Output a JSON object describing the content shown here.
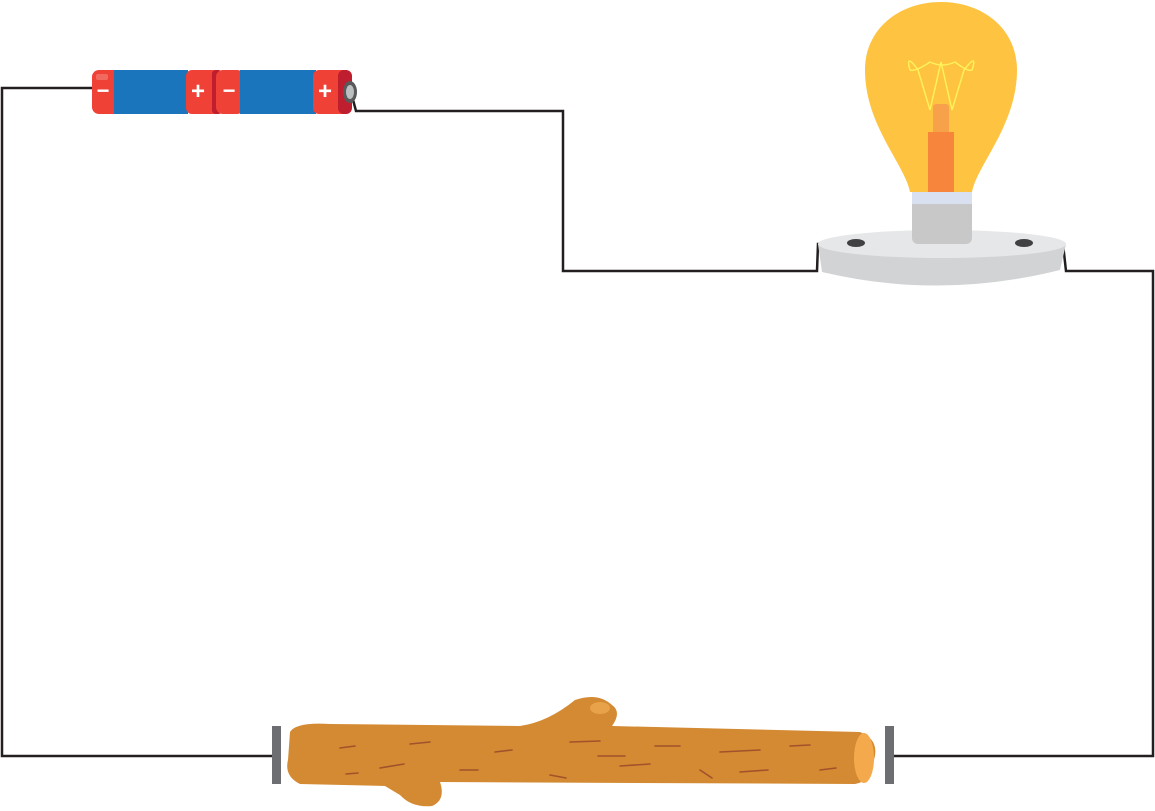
{
  "diagram": {
    "components": [
      {
        "id": "battery-1",
        "icon": "battery-icon"
      },
      {
        "id": "battery-2",
        "icon": "battery-icon"
      },
      {
        "id": "bulb",
        "icon": "light-bulb-icon"
      },
      {
        "id": "wooden-stick",
        "icon": "wooden-stick-icon"
      }
    ],
    "battery": {
      "negative_symbol": "−",
      "positive_symbol": "+"
    },
    "colors": {
      "wire": "#231f20",
      "battery_body": "#1b75bc",
      "battery_cap": "#ef4136",
      "bulb_glass": "#fec340",
      "bulb_filament_core": "#f7853b",
      "bulb_base": "#c8c8c9",
      "bulb_holder": "#dcdcdd",
      "wood": "#d38a32",
      "wood_grain": "#a1522b",
      "clip": "#6d6e71"
    }
  }
}
